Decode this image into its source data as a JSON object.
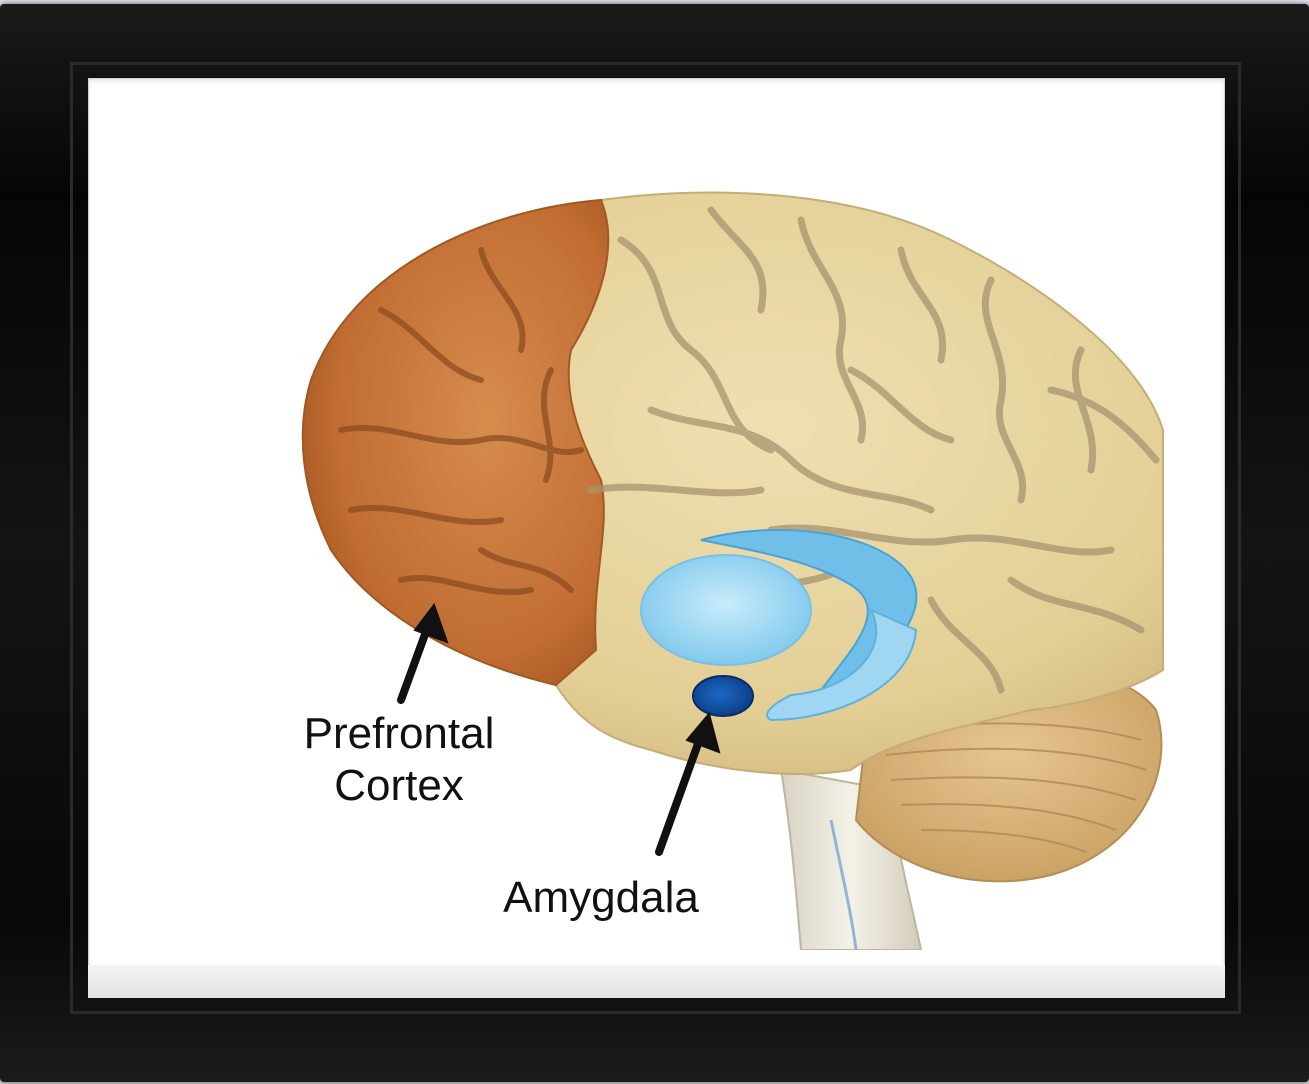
{
  "labels": {
    "prefrontal_line1": "Prefrontal",
    "prefrontal_line2": "Cortex",
    "amygdala": "Amygdala"
  },
  "colors": {
    "frame": "#0a0a0a",
    "mat": "#ffffff",
    "prefrontal_cortex": "#c8763a",
    "cerebrum": "#e8d6a2",
    "cerebellum": "#d9b87e",
    "brainstem": "#e9e4d6",
    "ventricle": "#8fd0f0",
    "amygdala": "#0d4ea3",
    "sulci": "#a08c6c",
    "arrow": "#111111"
  }
}
